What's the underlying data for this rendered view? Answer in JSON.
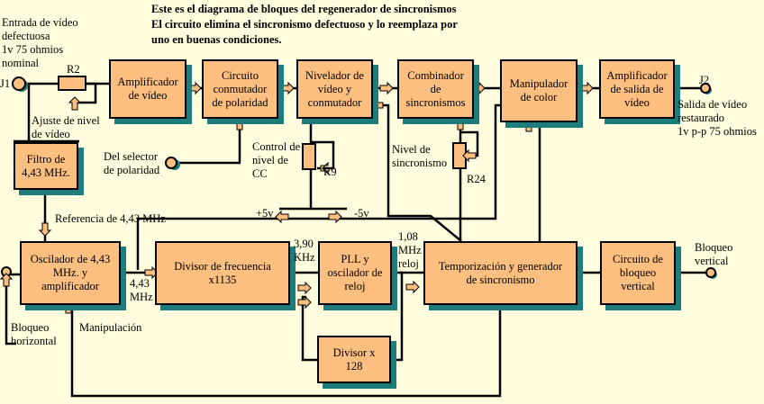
{
  "title": "Este es el diagrama de bloques del regenerador de sincronismos\nEl circuito elimina el sincronismo defectuoso y lo reemplaza por\nuno en buenas condiciones.",
  "blocks": {
    "video_amp": "Amplificador\nde vídeo",
    "polarity_switch": "Circuito\nconmutador\nde polaridad",
    "leveler": "Nivelador de\nvídeo y\nconmutador",
    "sync_combiner": "Combinador\nde\nsincronismos",
    "color_manipulator": "Manipulador\nde color",
    "output_amp": "Amplificador\nde salida de\nvídeo",
    "filter": "Filtro de\n4,43 MHz.",
    "oscillator": "Oscilador de 4,43\nMHz. y\namplificador",
    "divider": "Divisor de frecuencia\nx1135",
    "pll": "PLL y\noscilador de\nreloj",
    "divider128": "Divisor x\n128",
    "timing": "Temporización y generador\nde sincronismo",
    "vertical_lock": "Circuito de\nbloqueo\nvertical"
  },
  "labels": {
    "input": "Entrada de vídeo\ndefectuosa\n1v 75 ohmios\nnominal",
    "j1": "J1",
    "r2": "R2",
    "level_adjust": "Ajuste de nivel\nde vídeo",
    "j2": "J2",
    "output": "Salida de vídeo\nrestaurado\n1v p-p 75 ohmios",
    "polarity_selector": "Del selector\nde polaridad",
    "dc_control": "Control de\nnivel de\nCC",
    "r9": "R9",
    "sync_level": "Nivel de\nsincronismo",
    "r24": "R24",
    "plus5": "+5v",
    "minus5": "-5v",
    "ref443": "Referencia de 4,43 MHz",
    "freq390": "3,90\nKHz",
    "freq108": "1,08\nMHz\nreloj",
    "freq443": "4,43\nMHz",
    "horizontal_lock": "Bloqueo\nhorizontal",
    "manipulation": "Manipulación",
    "vertical_lock_in": "Bloqueo\nvertical"
  },
  "colors": {
    "background": "#FFFDDD",
    "block": "#FDBF80",
    "shadow": "#1E7C7A"
  }
}
